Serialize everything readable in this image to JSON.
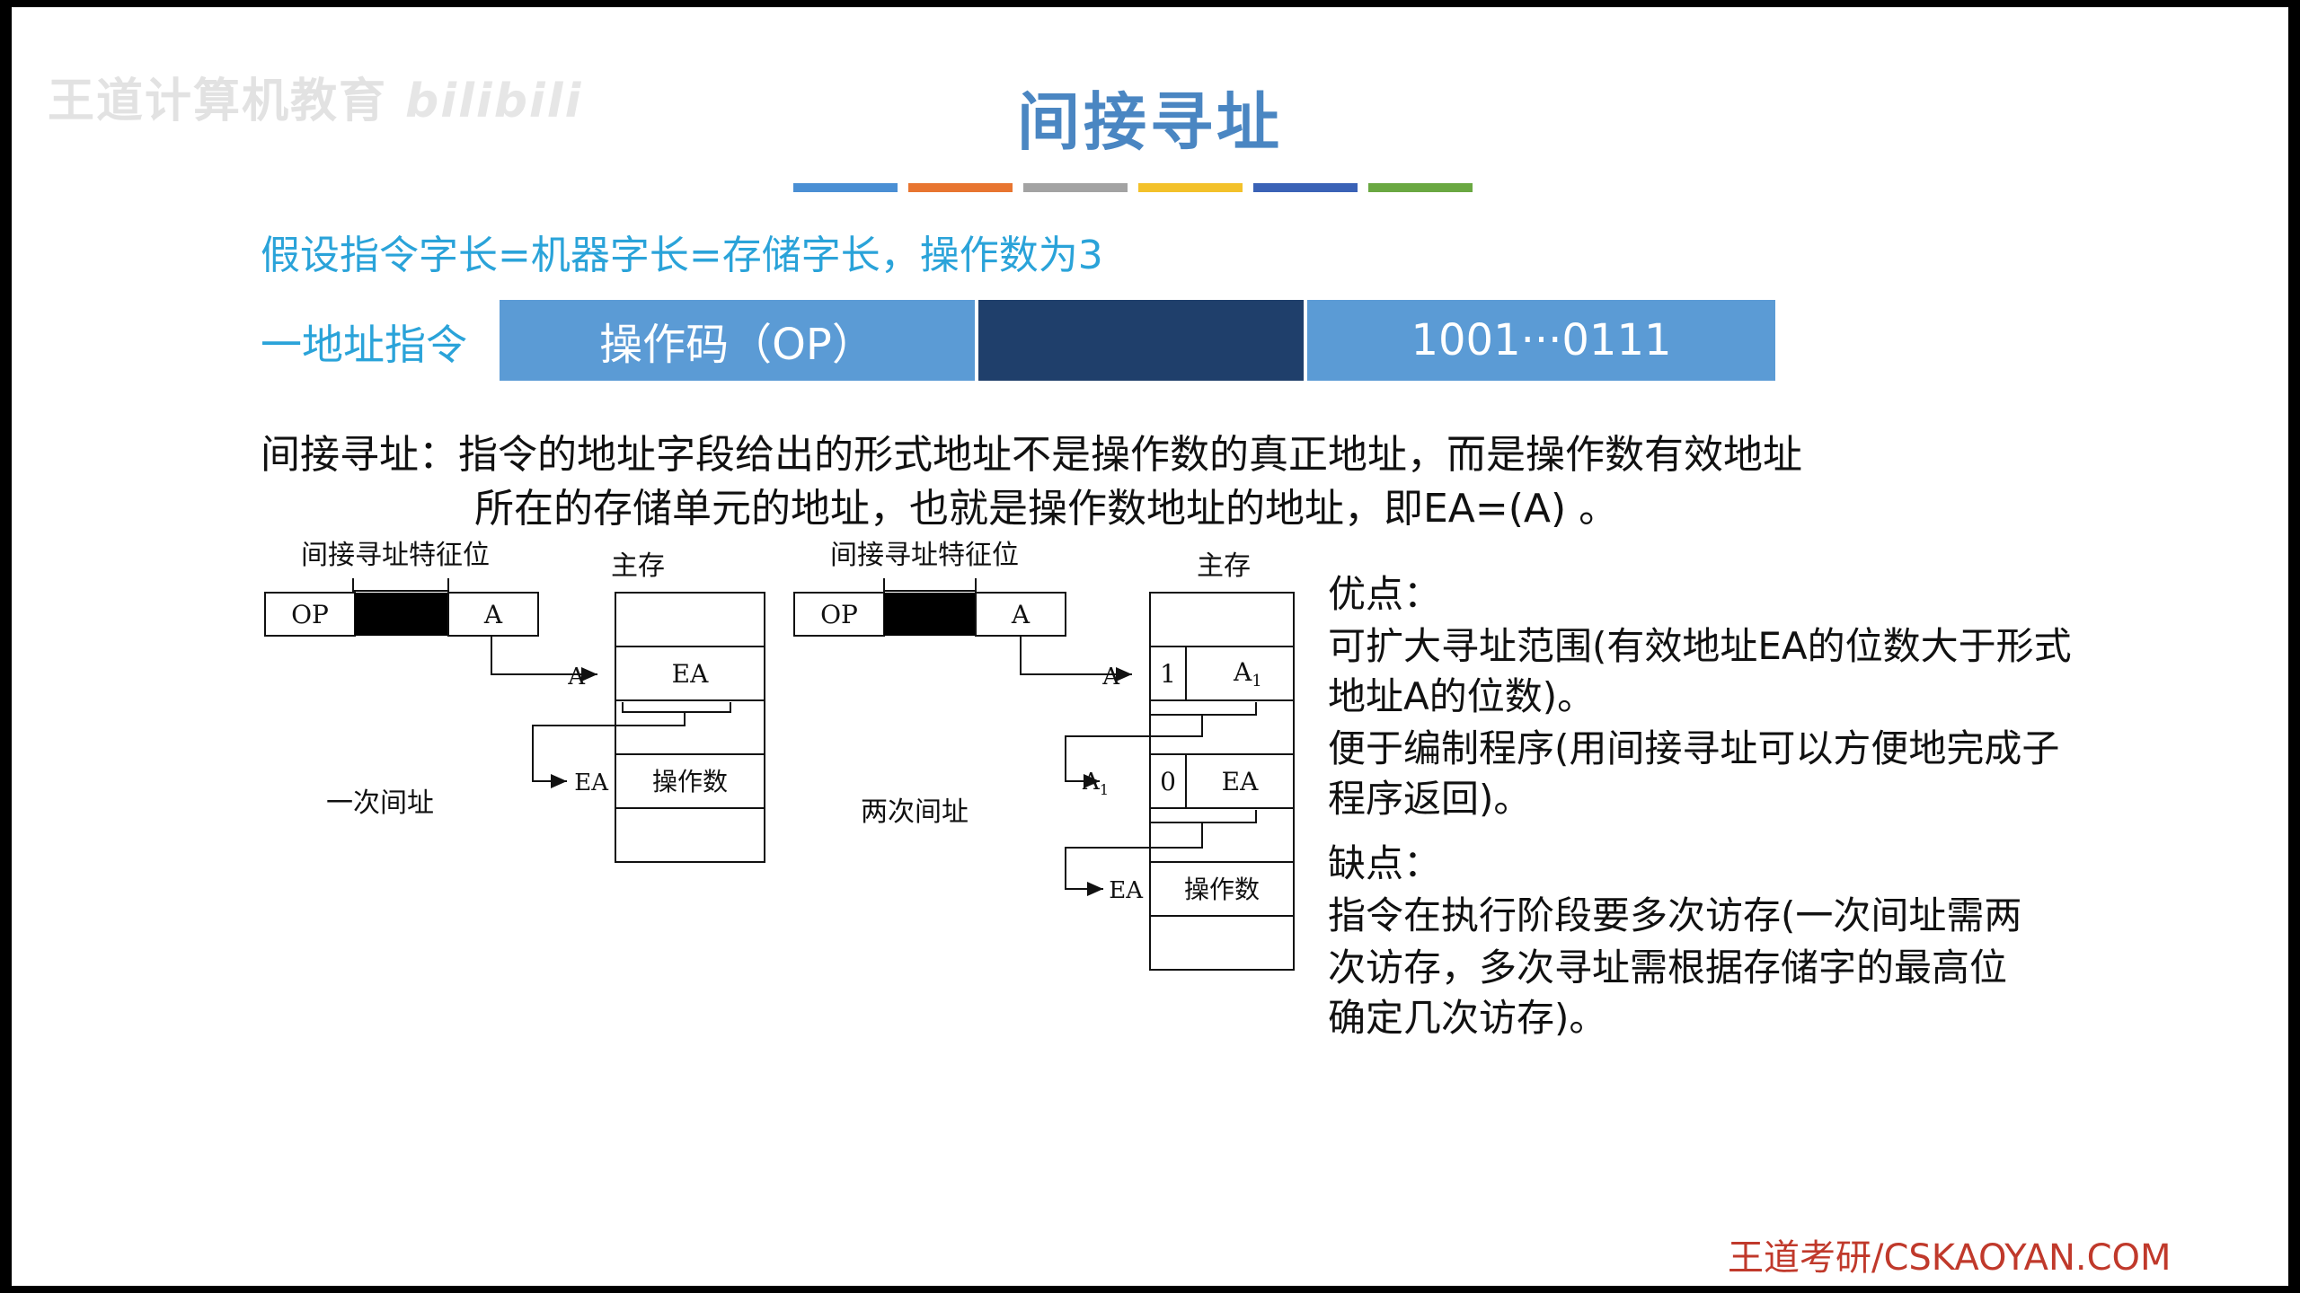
{
  "watermark": {
    "text": "王道计算机教育",
    "logo": "bilibili"
  },
  "title": "间接寻址",
  "color_bars": [
    "#4a8fd4",
    "#e87530",
    "#a3a3a3",
    "#f3c12a",
    "#3a62b6",
    "#6aa842"
  ],
  "assumption": "假设指令字长=机器字长=存储字长，操作数为3",
  "instruction_format": {
    "label": "一地址指令",
    "op_field": "操作码（OP）",
    "mid_field": "",
    "addr_field": "1001···0111"
  },
  "definition": {
    "line1": "间接寻址：指令的地址字段给出的形式地址不是操作数的真正地址，而是操作数有效地址",
    "line2": "所在的存储单元的地址，也就是操作数地址的地址，即EA=(A) 。"
  },
  "diagram_one": {
    "feature_label": "间接寻址特征位",
    "op": "OP",
    "addr": "A",
    "memory_label": "主存",
    "arrow_a": "A",
    "cell_ea": "EA",
    "arrow_ea": "EA",
    "cell_operand": "操作数",
    "caption": "一次间址"
  },
  "diagram_two": {
    "feature_label": "间接寻址特征位",
    "op": "OP",
    "addr": "A",
    "memory_label": "主存",
    "arrow_a": "A",
    "bit1": "1",
    "cell_a1": "A",
    "sub1": "1",
    "arrow_a1": "A",
    "sub2": "1",
    "bit0": "0",
    "cell_ea": "EA",
    "arrow_ea": "EA",
    "cell_operand": "操作数",
    "caption": "两次间址"
  },
  "pros_cons": {
    "pros_heading": "优点：",
    "pro1_line1": "可扩大寻址范围(有效地址EA的位数大于形式",
    "pro1_line2": "地址A的位数)。",
    "pro2_line1": "便于编制程序(用间接寻址可以方便地完成子",
    "pro2_line2": "程序返回)。",
    "cons_heading": "缺点：",
    "con1_line1": "指令在执行阶段要多次访存(一次间址需两",
    "con1_line2": "次访存，多次寻址需根据存储字的最高位",
    "con1_line3": "确定几次访存)。"
  },
  "footer": "王道考研/CSKAOYAN.COM",
  "colors": {
    "title": "#4a86c2",
    "accent_text": "#2aa3d9",
    "format_light": "#5b9bd5",
    "format_dark": "#1f3f6b",
    "footer": "#c0392b"
  }
}
